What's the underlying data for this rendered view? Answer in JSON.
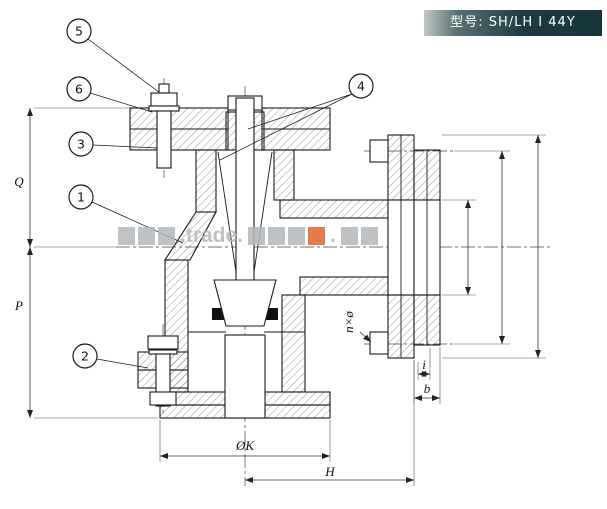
{
  "header": {
    "model": "型号: SH/LH I 44Y"
  },
  "watermark": {
    "text": ".trade.",
    "dot": "."
  },
  "callouts": [
    {
      "label": "1"
    },
    {
      "label": "2"
    },
    {
      "label": "3"
    },
    {
      "label": "4"
    },
    {
      "label": "5"
    },
    {
      "label": "6"
    }
  ],
  "dimensions": {
    "q": "Q",
    "p": "P",
    "diameter_k": "ØK",
    "h": "H",
    "bolt_holes": "n×ø",
    "b": "b",
    "i": "i"
  },
  "colors": {
    "banner_dark": "#16333a",
    "banner_light": "#c2c8c6",
    "watermark_gray": "#b4b8ba",
    "watermark_accent": "#e2622f",
    "line": "#1a1a1a"
  }
}
